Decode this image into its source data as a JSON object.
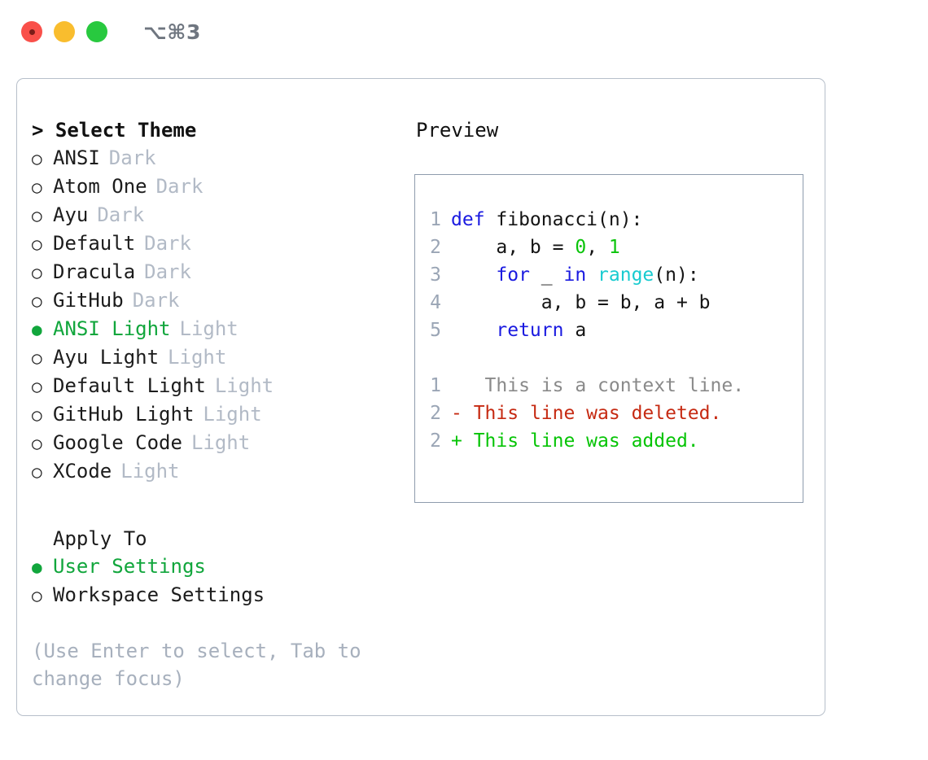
{
  "titlebar": {
    "shortcut": "⌥⌘3",
    "buttons": [
      {
        "name": "close",
        "color": "#f9504a"
      },
      {
        "name": "minimize",
        "color": "#f9bd2e"
      },
      {
        "name": "maximize",
        "color": "#28c93f"
      }
    ]
  },
  "theme_picker": {
    "heading": "> Select Theme",
    "marker_selected": "●",
    "marker_unselected": "○",
    "accent_color": "#11a63c",
    "items": [
      {
        "name": "ANSI",
        "category": "Dark",
        "selected": false
      },
      {
        "name": "Atom One",
        "category": "Dark",
        "selected": false
      },
      {
        "name": "Ayu",
        "category": "Dark",
        "selected": false
      },
      {
        "name": "Default",
        "category": "Dark",
        "selected": false
      },
      {
        "name": "Dracula",
        "category": "Dark",
        "selected": false
      },
      {
        "name": "GitHub",
        "category": "Dark",
        "selected": false
      },
      {
        "name": "ANSI Light",
        "category": "Light",
        "selected": true
      },
      {
        "name": "Ayu Light",
        "category": "Light",
        "selected": false
      },
      {
        "name": "Default Light",
        "category": "Light",
        "selected": false
      },
      {
        "name": "GitHub Light",
        "category": "Light",
        "selected": false
      },
      {
        "name": "Google Code",
        "category": "Light",
        "selected": false
      },
      {
        "name": "XCode",
        "category": "Light",
        "selected": false
      }
    ]
  },
  "apply_to": {
    "label": "Apply To",
    "items": [
      {
        "name": "User Settings",
        "selected": true
      },
      {
        "name": "Workspace Settings",
        "selected": false
      }
    ]
  },
  "hint": "(Use Enter to select, Tab to change focus)",
  "preview": {
    "label": "Preview",
    "code": {
      "lines": [
        {
          "lineno": "1",
          "tokens": [
            {
              "text": "def ",
              "type": "kw"
            },
            {
              "text": "fibonacci(n):",
              "type": "pl"
            }
          ]
        },
        {
          "lineno": "2",
          "tokens": [
            {
              "text": "    a, b = ",
              "type": "pl"
            },
            {
              "text": "0",
              "type": "num"
            },
            {
              "text": ", ",
              "type": "pl"
            },
            {
              "text": "1",
              "type": "num"
            }
          ]
        },
        {
          "lineno": "3",
          "tokens": [
            {
              "text": "    ",
              "type": "pl"
            },
            {
              "text": "for",
              "type": "kw"
            },
            {
              "text": " _ ",
              "type": "pl"
            },
            {
              "text": "in",
              "type": "kw"
            },
            {
              "text": " ",
              "type": "pl"
            },
            {
              "text": "range",
              "type": "fn"
            },
            {
              "text": "(n):",
              "type": "pl"
            }
          ]
        },
        {
          "lineno": "4",
          "tokens": [
            {
              "text": "        a, b = b, a + b",
              "type": "pl"
            }
          ]
        },
        {
          "lineno": "5",
          "tokens": [
            {
              "text": "    ",
              "type": "pl"
            },
            {
              "text": "return",
              "type": "kw"
            },
            {
              "text": " a",
              "type": "pl"
            }
          ]
        }
      ]
    },
    "diff": {
      "lines": [
        {
          "lineno": "1",
          "marker": " ",
          "text": "  This is a context line.",
          "type": "ctx"
        },
        {
          "lineno": "2",
          "marker": "-",
          "text": " This line was deleted.",
          "type": "del"
        },
        {
          "lineno": "2",
          "marker": "+",
          "text": " This line was added.",
          "type": "add"
        }
      ]
    }
  }
}
